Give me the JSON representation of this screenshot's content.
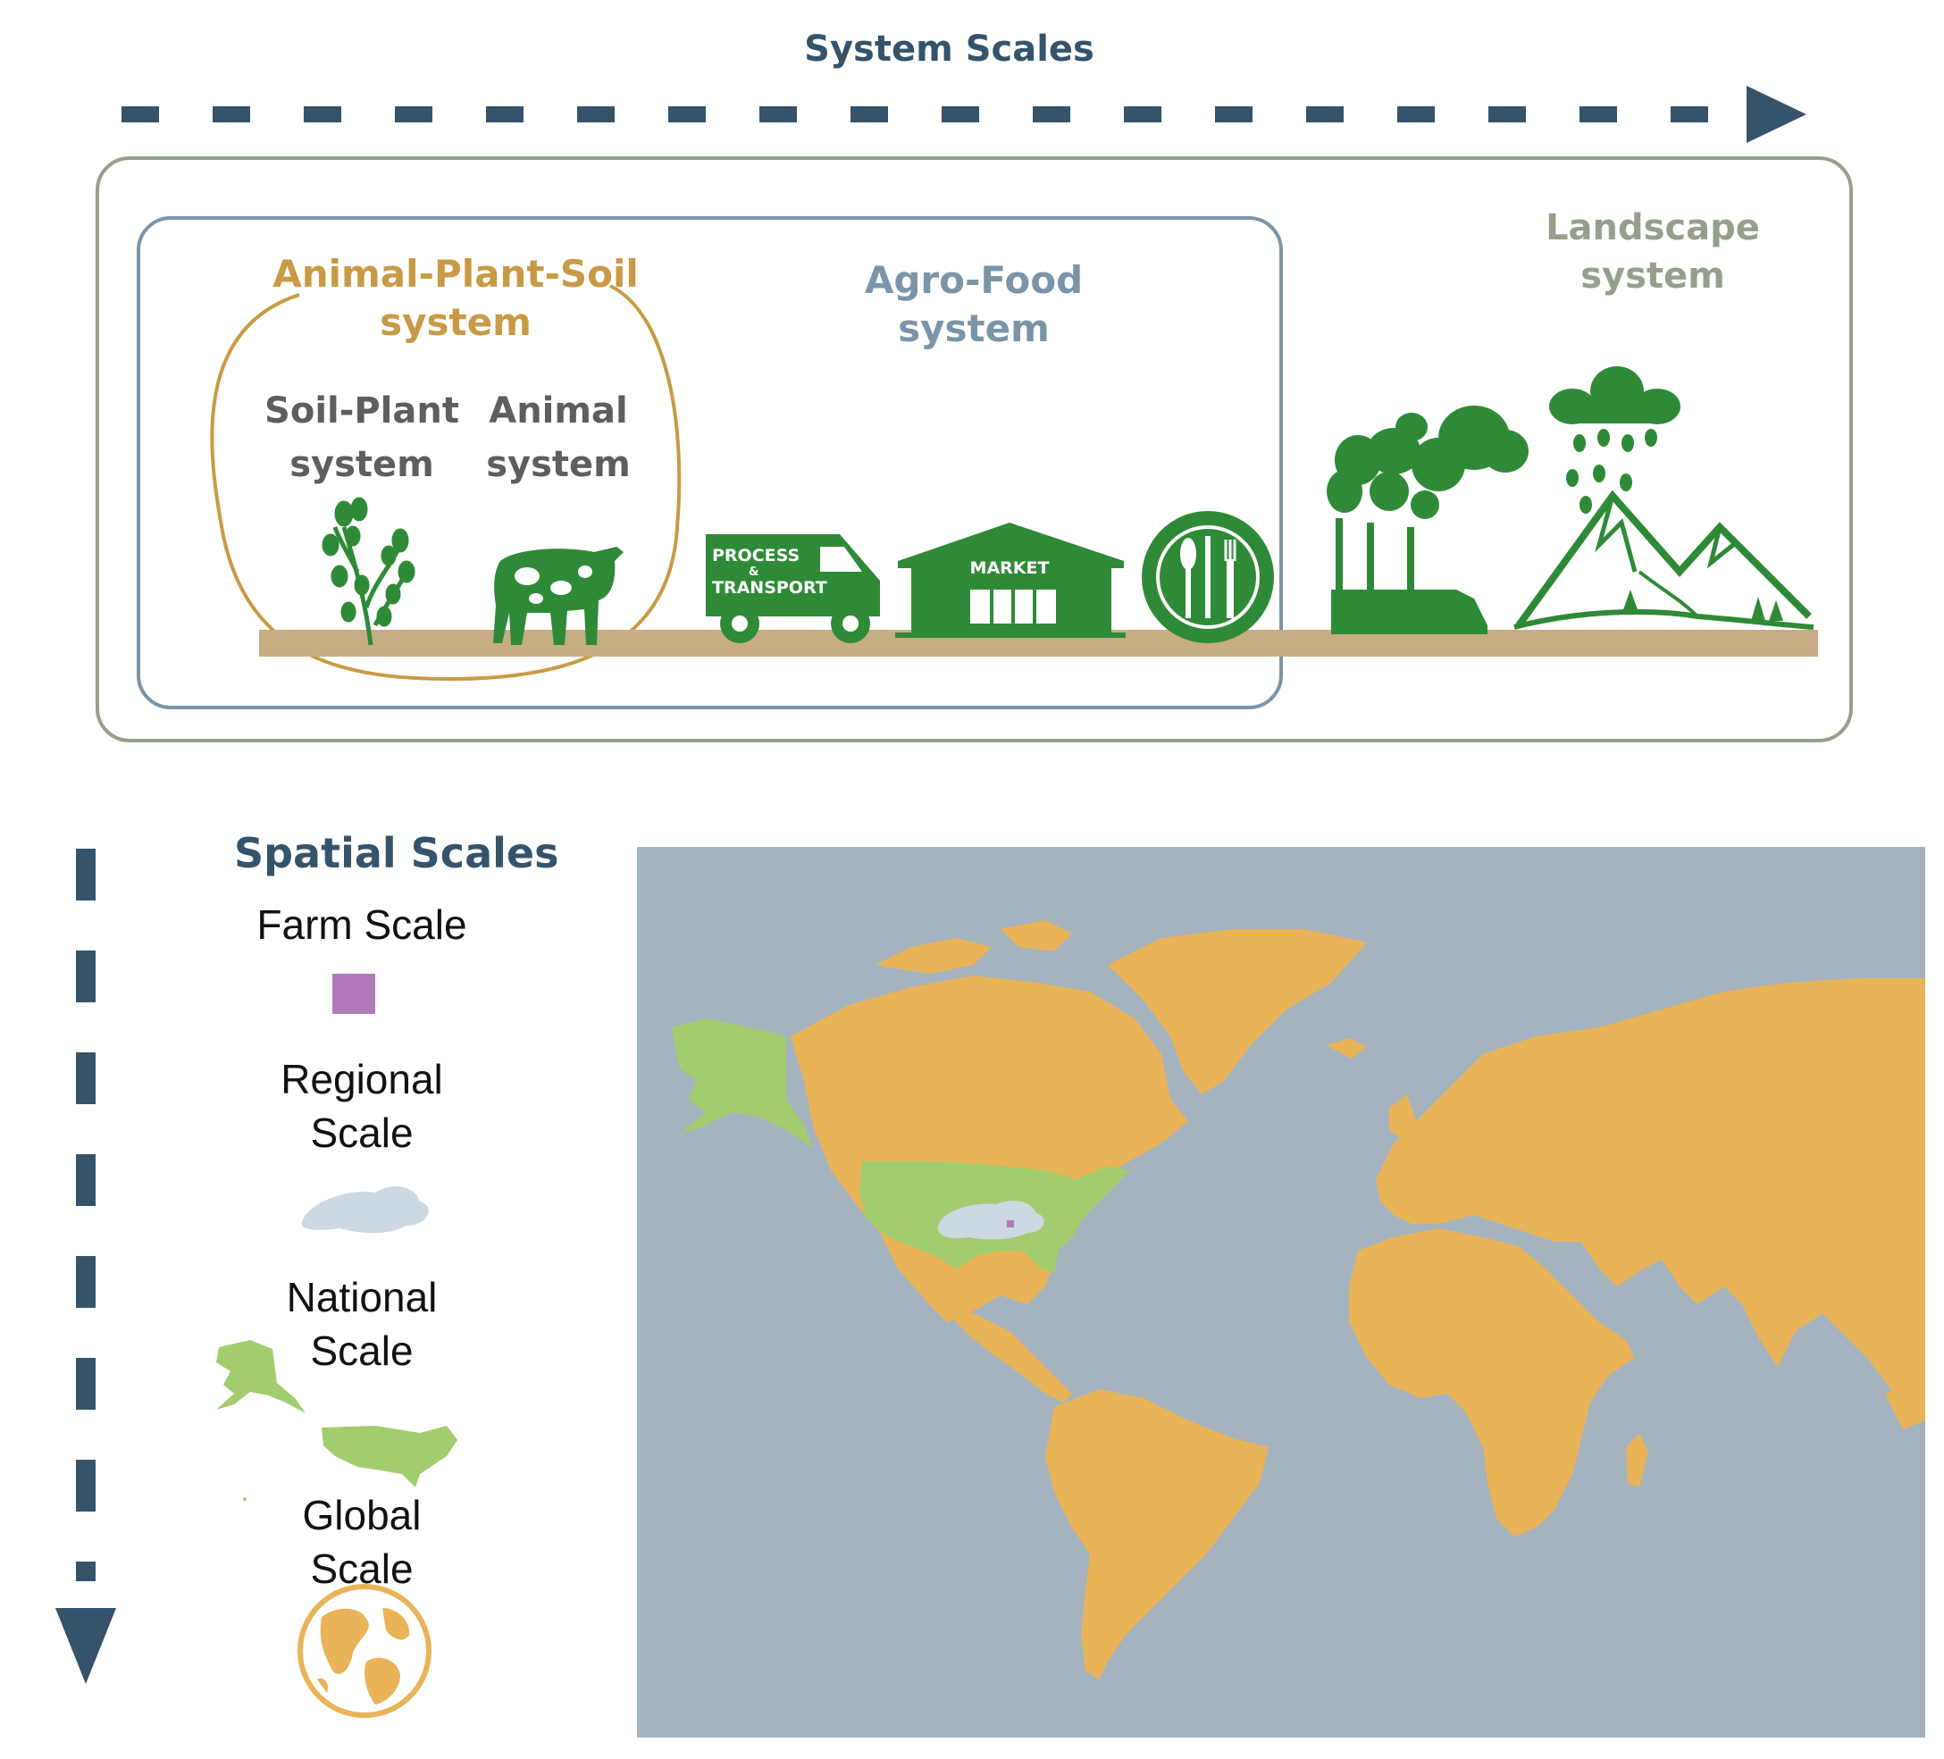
{
  "system_scales": {
    "title": "System Scales",
    "animal_plant_soil": {
      "line1": "Animal-Plant-Soil",
      "line2": "system"
    },
    "agro_food": {
      "line1": "Agro-Food",
      "line2": "system"
    },
    "landscape": {
      "line1": "Landscape",
      "line2": "system"
    },
    "soil_plant": {
      "line1": "Soil-Plant",
      "line2": "system"
    },
    "animal": {
      "line1": "Animal",
      "line2": "system"
    },
    "truck_label": {
      "line1": "PROCESS",
      "line2": "&",
      "line3": "TRANSPORT"
    },
    "market_label": "MARKET"
  },
  "spatial_scales": {
    "title": "Spatial Scales",
    "farm": {
      "line1": "Farm Scale"
    },
    "regional": {
      "line1": "Regional",
      "line2": "Scale"
    },
    "national": {
      "line1": "National",
      "line2": "Scale"
    },
    "global": {
      "line1": "Global",
      "line2": "Scale"
    }
  },
  "colors": {
    "arrow": "#35536b",
    "animal_plant_soil": "#c99a45",
    "agro_food": "#7b95a8",
    "landscape": "#95a08c",
    "icon_green": "#2f8a37",
    "ground": "#c6ad84",
    "ocean": "#a5b3bf",
    "land": "#e9b458",
    "national": "#a2cd6e",
    "regional": "#cdd8e2",
    "farm": "#b07ab8"
  }
}
